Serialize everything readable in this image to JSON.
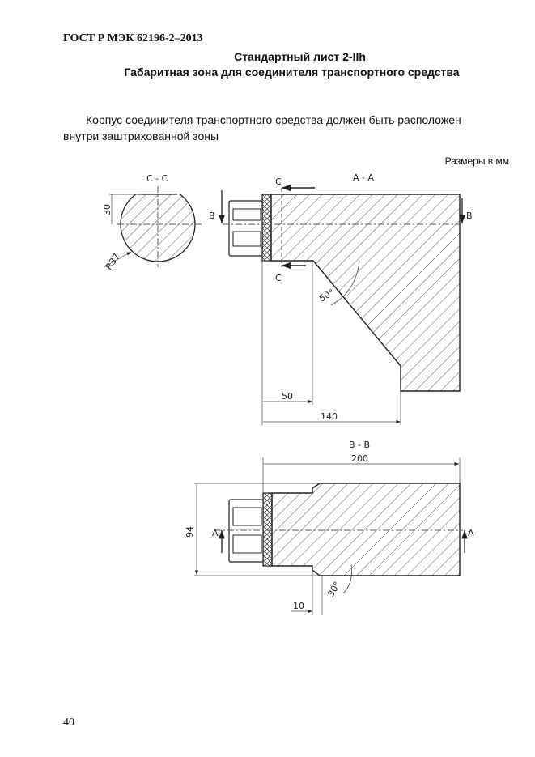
{
  "header": {
    "standard": "ГОСТ Р МЭК 62196-2–2013"
  },
  "title": {
    "line1": "Стандартный лист 2-IIh",
    "line2": "Габаритная зона для соединителя транспортного средства"
  },
  "body": {
    "paragraph_line1": "Корпус соединителя транспортного средства должен быть расположен",
    "paragraph_line2": "внутри заштрихованной зоны",
    "dimensions_note": "Размеры в мм"
  },
  "drawing": {
    "section_cc": {
      "label": "C - C",
      "dim_height": "30",
      "dim_radius": "R37"
    },
    "section_aa": {
      "label": "A - A",
      "cut_c": "C",
      "cut_b": "B",
      "angle": "50°",
      "dim_50": "50",
      "dim_140": "140"
    },
    "section_bb": {
      "label": "B - B",
      "cut_a": "A",
      "dim_200": "200",
      "dim_94": "94",
      "dim_10": "10",
      "angle": "30°"
    }
  },
  "footer": {
    "page_number": "40"
  }
}
